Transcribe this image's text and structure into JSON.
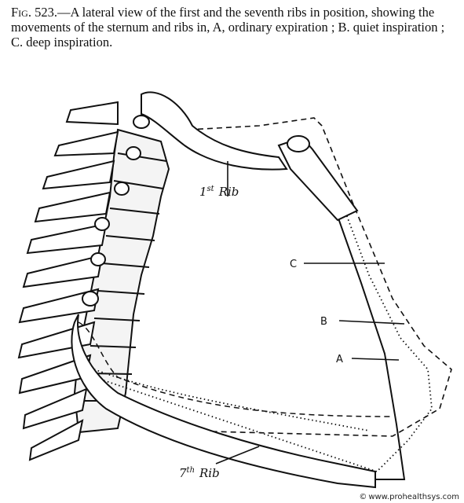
{
  "caption": {
    "figure_label": "Fig. 523.",
    "text": "—A lateral view of the first and the seventh ribs in position, showing the movements of the sternum and ribs in, A, ordinary expiration ; B. quiet inspiration ; C. deep inspiration."
  },
  "labels": {
    "first_rib_sup": "st",
    "first_rib_num": "1",
    "first_rib_word": "Rib",
    "seventh_rib_num": "7",
    "seventh_rib_sup": "th",
    "seventh_rib_word": "Rib",
    "c": "C",
    "b": "B",
    "a": "A"
  },
  "watermark": {
    "copyright": "©",
    "text": "www.prohealthsys.com"
  }
}
